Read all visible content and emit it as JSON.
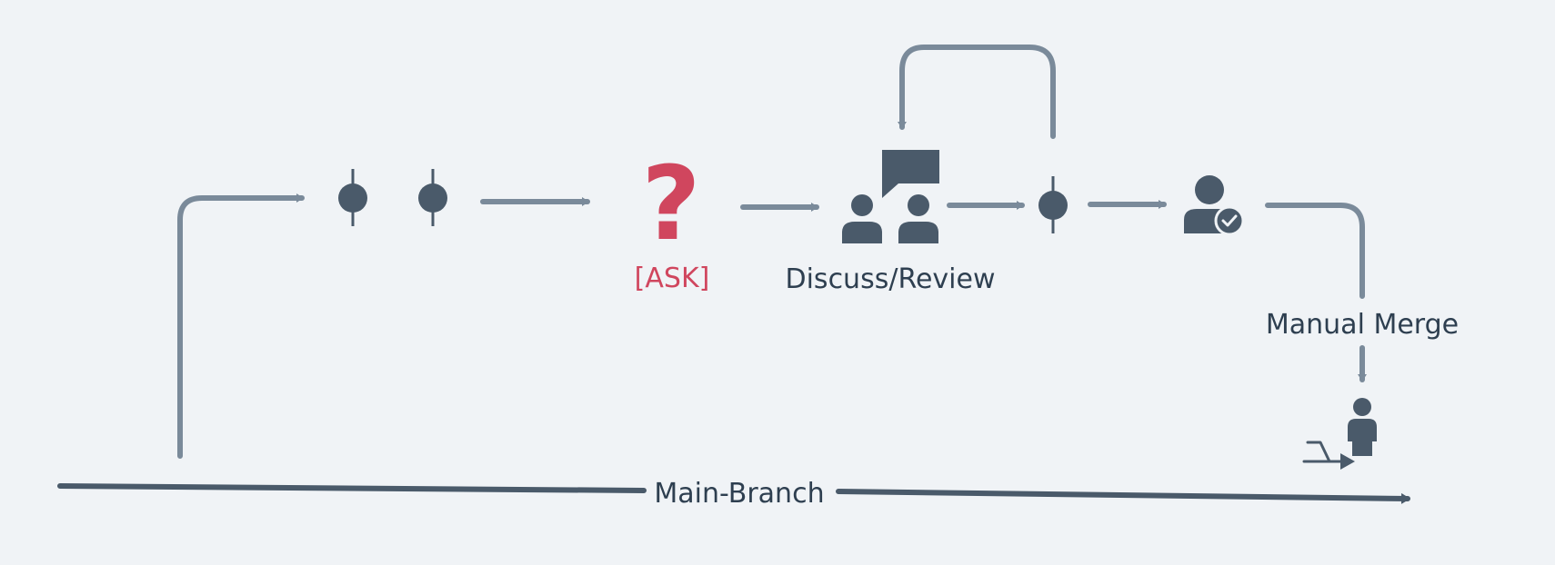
{
  "labels": {
    "ask": "[ASK]",
    "discuss": "Discuss/Review",
    "manual_merge": "Manual Merge",
    "main_branch": "Main-Branch"
  },
  "question_mark": "?",
  "colors": {
    "background": "#f0f3f6",
    "arrow": "#7a8a9a",
    "icon": "#4a5a6a",
    "main_line": "#4a5a6a",
    "ask_accent": "#d0465e",
    "text": "#2e3f50"
  },
  "icons": [
    "commit-icon",
    "commit-icon",
    "question-icon",
    "group-discussion-icon",
    "commit-icon",
    "user-approved-icon",
    "user-merge-icon"
  ]
}
